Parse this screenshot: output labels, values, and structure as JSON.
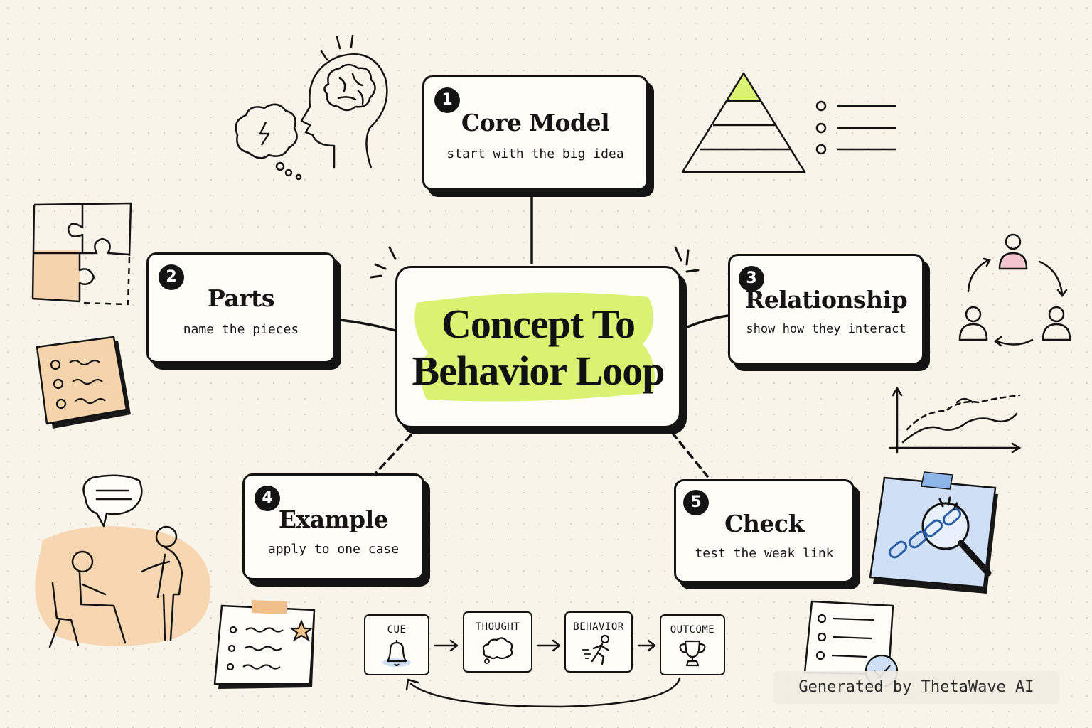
{
  "center": {
    "line1": "Concept To",
    "line2": "Behavior Loop",
    "highlight_color": "#d9f271"
  },
  "steps": [
    {
      "number": "1",
      "title": "Core Model",
      "subtitle": "start with the big idea"
    },
    {
      "number": "2",
      "title": "Parts",
      "subtitle": "name the pieces"
    },
    {
      "number": "3",
      "title": "Relationship",
      "subtitle": "show how they interact"
    },
    {
      "number": "4",
      "title": "Example",
      "subtitle": "apply to one case"
    },
    {
      "number": "5",
      "title": "Check",
      "subtitle": "test the weak link"
    }
  ],
  "loop": [
    {
      "label": "CUE",
      "icon": "bell-icon"
    },
    {
      "label": "THOUGHT",
      "icon": "thought-cloud-icon"
    },
    {
      "label": "BEHAVIOR",
      "icon": "running-person-icon"
    },
    {
      "label": "OUTCOME",
      "icon": "trophy-icon"
    }
  ],
  "credit": "Generated by ThetaWave AI",
  "colors": {
    "ink": "#141414",
    "paper": "#f8f4ea",
    "peach": "#f6d4ab",
    "lime": "#d9f271",
    "blue_note": "#cfe0f6",
    "pink": "#f3c6cf"
  }
}
